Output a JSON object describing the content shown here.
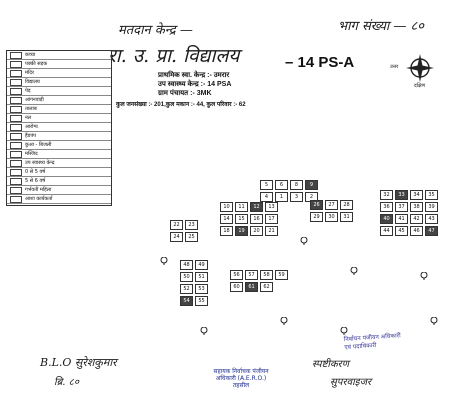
{
  "header": {
    "handwritten_center_label": "मतदान केन्द्र —",
    "handwritten_booth_label": "भाग संख्या — ८०",
    "school_name": "रा. उ. प्रा. विद्यालय",
    "polling_code": "– 14 PS-A",
    "compass_north": "उत्तर",
    "compass_south": "दक्षिण"
  },
  "info_lines": {
    "line1": "प्राथमिक स्वा. केन्द्र :- उमरार",
    "line2": "उप स्वास्थ्य केन्द्र :- 14 PSA",
    "line3": "ग्राम पंचायत :- 3MK",
    "line4": "कुल जनसंख्या :- 201,कुल मकान :- 44, कुल परिवार :- 62"
  },
  "legend": {
    "items": [
      "कच्चा",
      "पक्की सड़क",
      "मंदिर",
      "विद्यालय",
      "पेड़",
      "आंगनवाड़ी",
      "तालाब",
      "नल",
      "आरोग्य",
      "हैंडपंप",
      "कुआ - बिजली",
      "मस्जिद",
      "उप स्वास्थ्य केन्द्र",
      "0 से 5 वर्ष",
      "5 से 6 वर्ष",
      "गर्भवती महिला",
      "आशा कार्यकर्ता"
    ]
  },
  "map": {
    "houses": [
      "5",
      "6",
      "8",
      "9",
      "4",
      "1",
      "3",
      "2",
      "10",
      "11",
      "12",
      "13",
      "14",
      "15",
      "16",
      "17",
      "18",
      "19",
      "20",
      "21",
      "22",
      "23",
      "24",
      "25",
      "26",
      "27",
      "28",
      "29",
      "30",
      "31",
      "32",
      "33",
      "34",
      "35",
      "36",
      "37",
      "38",
      "39",
      "40",
      "41",
      "42",
      "43",
      "44",
      "45",
      "46",
      "47",
      "48",
      "49",
      "50",
      "51",
      "52",
      "53",
      "54",
      "55",
      "56",
      "57",
      "58",
      "59",
      "60",
      "61",
      "62"
    ]
  },
  "stamp_right": {
    "line1": "निर्वाचन पंजीयन अधिकारी",
    "line2": "एवं पदाधिकारी"
  },
  "footer": {
    "blo_name": "B.L.O सुरेशकुमार",
    "blo_part": "ब्रि. ८०",
    "aero_line1": "सहायक निर्वाचक पंजीयन",
    "aero_line2": "अधिकारी (A.E.R.O.)",
    "aero_line3": "तहसील",
    "right_sign": "स्पष्टीकरण",
    "right_sign2": "सुपरवाइजर"
  }
}
